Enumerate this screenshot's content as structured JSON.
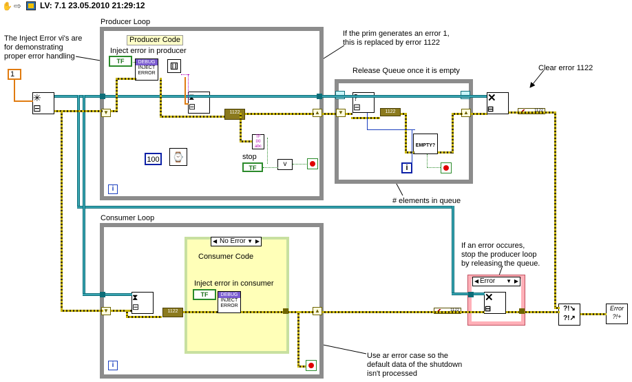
{
  "toolbar": {
    "title": "LV: 7.1 23.05.2010 21:29:12",
    "icons": [
      "hand-icon",
      "arrow-right-icon",
      "run-icon"
    ]
  },
  "producer": {
    "loop_label": "Producer Loop",
    "code_label": "Producer Code",
    "inject_label": "Inject error in producer",
    "wait_value": "100",
    "stop_label": "stop",
    "bool_const": "TF",
    "error_const": "1122",
    "iteration": "i"
  },
  "release": {
    "label": "Release Queue once it is empty",
    "empty_label": "EMPTY?",
    "iteration": "i"
  },
  "consumer": {
    "loop_label": "Consumer Loop",
    "case_selector": "No Error",
    "code_label": "Consumer Code",
    "inject_label": "Inject error in consumer",
    "bool_const": "TF",
    "iteration": "i",
    "error_const": "1122"
  },
  "error_case": {
    "selector": "Error"
  },
  "queue_size_const": "1",
  "error_value_outside": "1122",
  "inject_node": {
    "top": "DEBUG",
    "line1": "INJECT",
    "line2": "ERROR"
  },
  "annotations": {
    "inject_error_note": "The Inject Error vi's are for demonstrating proper error handling",
    "prim_note_line1": "If the prim generates an error 1,",
    "prim_note_line2": "this is replaced by error 1122",
    "clear_error": "Clear error 1122",
    "elements_in_queue": "# elements in queue",
    "stop_producer_line1": "If an error occures,",
    "stop_producer_line2": "stop the producer loop",
    "stop_producer_line3": "by releasing the queue.",
    "error_case_line1": "Use ar error case so the",
    "error_case_line2": "default data of the shutdown",
    "error_case_line3": "isn't processed"
  }
}
